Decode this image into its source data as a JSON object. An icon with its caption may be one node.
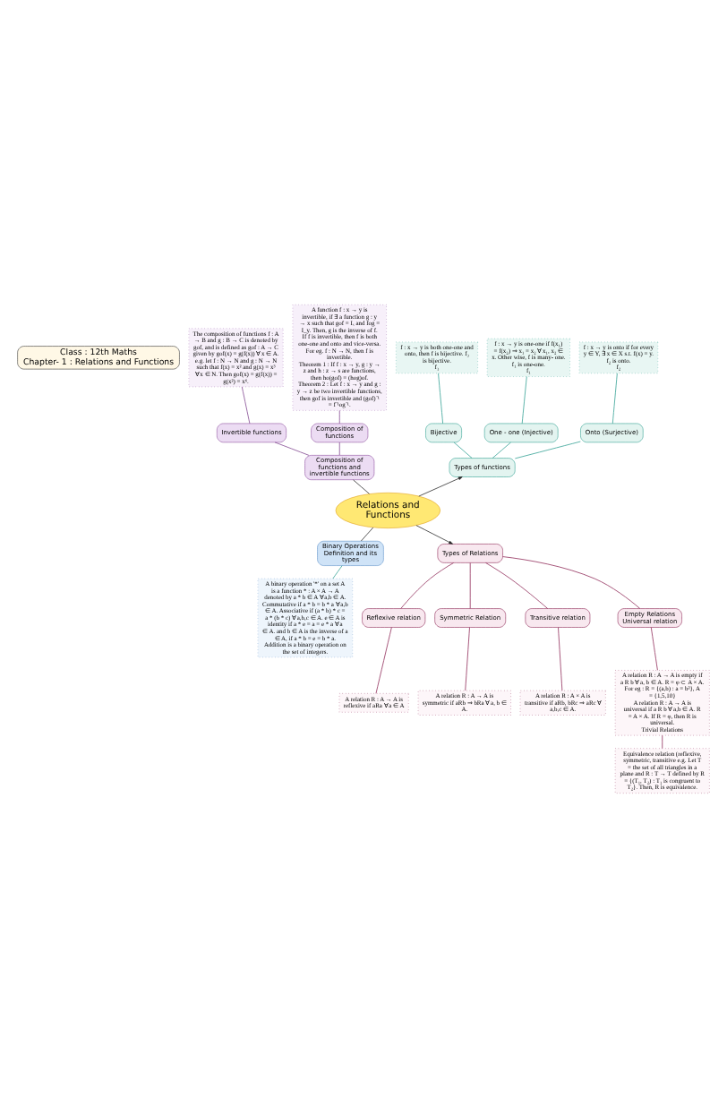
{
  "diagram": {
    "nodes": [
      {
        "text": [
          "Class : 12th Maths",
          "Chapter- 1 : Relations and Functions"
        ]
      },
      {
        "text": [
          "The composition of functions f : A → B and g : B → C is denoted by gof, and is defined as gof : A → C given by gof(x) = g(f(x)) ∀ x ∈ A. e.g. let f : N → N and g : N → N such that f(x) = x² and g(x) = x³ ∀ x ∈ N. Then gof(x) = g(f(x)) = g(x²) = x⁶."
        ]
      },
      {
        "text": [
          "A function f : x → y is invertible, if ∃ a function g : y → x such that gof = Iₓ and fog = I_y. Then, g is the inverse of f. If f is invertible, then f is both one-one and onto and vice-versa. For eg. f : N → N, then f is invertible.",
          "Theorem 1 : If f : x → y, g : y → z and h : z → s are functions, then ho(gof) = (hog)of.",
          "Theorem 2 : Let f : x → y and g : y → z be two invertible functions, then gof is invertible and (gof)⁻¹ = f⁻¹og⁻¹."
        ]
      },
      {
        "text": [
          "Invertible functions"
        ]
      },
      {
        "text": [
          "Composition of functions"
        ]
      },
      {
        "text": [
          "Composition of functions and invertible functions"
        ]
      },
      {
        "text": [
          "f : x → y is one-one if f(x₁) = f(x₂) ⇒ x₁ = x₂ ∀ x₁, x₂ ∈ x. Other wise, f is many- one. f₁ is one-one.",
          "f₁"
        ]
      },
      {
        "text": [
          "f : x → y is both one-one and onto, then f is bijective. f₃ is bijective.",
          "f₃"
        ]
      },
      {
        "text": [
          "f : x → y is onto if for every y ∈ Y, ∃ x ∈ X s.t. f(x) = y. f₂ is onto.",
          "f₂"
        ]
      },
      {
        "text": [
          "One - one (Injective)"
        ]
      },
      {
        "text": [
          "Onto (Surjective)"
        ]
      },
      {
        "text": [
          "Bijective"
        ]
      },
      {
        "text": [
          "Binary Operations Definition and its types"
        ]
      },
      {
        "text": [
          "A binary operation '*' on a set A is a function * : A × A → A denoted by a * b ∈ A ∀ a,b ∈ A. Commutative if a * b = b * a ∀ a,b ∈ A. Associative if (a * b) * c = a * (b * c) ∀ a,b,c ∈ A. e ∈ A is identity if a * e = a = e * a ∀ a ∈ A. and b ∈ A is the inverse of a ∈ A, if a * b = e = b * a. Addition is a binary operation on the set of integers."
        ]
      },
      {
        "text": [
          "Relations and Functions"
        ]
      },
      {
        "text": [
          "Types of functions"
        ]
      },
      {
        "text": [
          "Types of Relations"
        ]
      },
      {
        "text": [
          "Empty Relations Universal relation"
        ]
      },
      {
        "text": [
          "Reflexive relation"
        ]
      },
      {
        "text": [
          "Symmetric Relation"
        ]
      },
      {
        "text": [
          "Transitive relation"
        ]
      },
      {
        "text": [
          "A relation R : A → A is empty if a R b ∀ a, b ∈ A. R = φ ⊂ A × A. For eg : R = {(a,b) : a = b²}, A = {1,5,10}",
          "A relation R : A → A is universal if a R b ∀ a,b ∈ A. R = A × A. If R = φ, then R is universal.",
          "Trivial Relations"
        ]
      },
      {
        "text": [
          "A relation R : A → A is reflexive if aRa ∀ a ∈ A"
        ]
      },
      {
        "text": [
          "Equivalence relation (reflexive, symmetric, transitive e.g. Let T = the set of all triangles in a plane and R : T → T defined by R = {(T₁, T₂) : T₁ is congruent to T₂}. Then, R is equivalence."
        ]
      },
      {
        "text": [
          "A relation R : A → A is symmetric if aRb ⇒ bRa ∀ a, b ∈ A."
        ]
      },
      {
        "text": [
          "A relation R : A × A is transitive if aRb, bRc ⇒ aRc ∀ a,b,c ∈ A."
        ]
      }
    ],
    "edges": [
      {
        "from": 14,
        "to": 5,
        "arrow": "none",
        "color": "#222222"
      },
      {
        "from": 5,
        "to": 3,
        "arrow": "none",
        "color": "#7b3f8c"
      },
      {
        "from": 5,
        "to": 4,
        "arrow": "none",
        "color": "#7b3f8c"
      },
      {
        "from": 3,
        "to": 1,
        "arrow": "none",
        "color": "#7b3f8c"
      },
      {
        "from": 4,
        "to": 2,
        "arrow": "none",
        "color": "#7b3f8c"
      },
      {
        "from": 14,
        "to": 12,
        "arrow": "none",
        "color": "#222222"
      },
      {
        "from": 12,
        "to": 13,
        "arrow": "none",
        "color": "#2a9d8f"
      },
      {
        "from": 14,
        "to": 15,
        "arrow": "to",
        "color": "#222222"
      },
      {
        "from": 15,
        "to": 9,
        "arrow": "none",
        "color": "#2a9d8f"
      },
      {
        "from": 15,
        "to": 10,
        "arrow": "none",
        "color": "#2a9d8f"
      },
      {
        "from": 15,
        "to": 11,
        "arrow": "none",
        "color": "#2a9d8f"
      },
      {
        "from": 9,
        "to": 6,
        "arrow": "none",
        "color": "#2a9d8f"
      },
      {
        "from": 10,
        "to": 8,
        "arrow": "none",
        "color": "#2a9d8f"
      },
      {
        "from": 11,
        "to": 7,
        "arrow": "none",
        "color": "#2a9d8f"
      },
      {
        "from": 14,
        "to": 16,
        "arrow": "to",
        "color": "#222222"
      },
      {
        "from": 16,
        "to": 17,
        "arrow": "none"
      },
      {
        "from": 16,
        "to": 18,
        "arrow": "none"
      },
      {
        "from": 16,
        "to": 19,
        "arrow": "none"
      },
      {
        "from": 16,
        "to": 20,
        "arrow": "none"
      },
      {
        "from": 17,
        "to": 21,
        "arrow": "none"
      },
      {
        "from": 18,
        "to": 22,
        "arrow": "none"
      },
      {
        "from": 19,
        "to": 24,
        "arrow": "none"
      },
      {
        "from": 20,
        "to": 25,
        "arrow": "none"
      },
      {
        "from": 21,
        "to": 23,
        "arrow": "none"
      }
    ]
  }
}
